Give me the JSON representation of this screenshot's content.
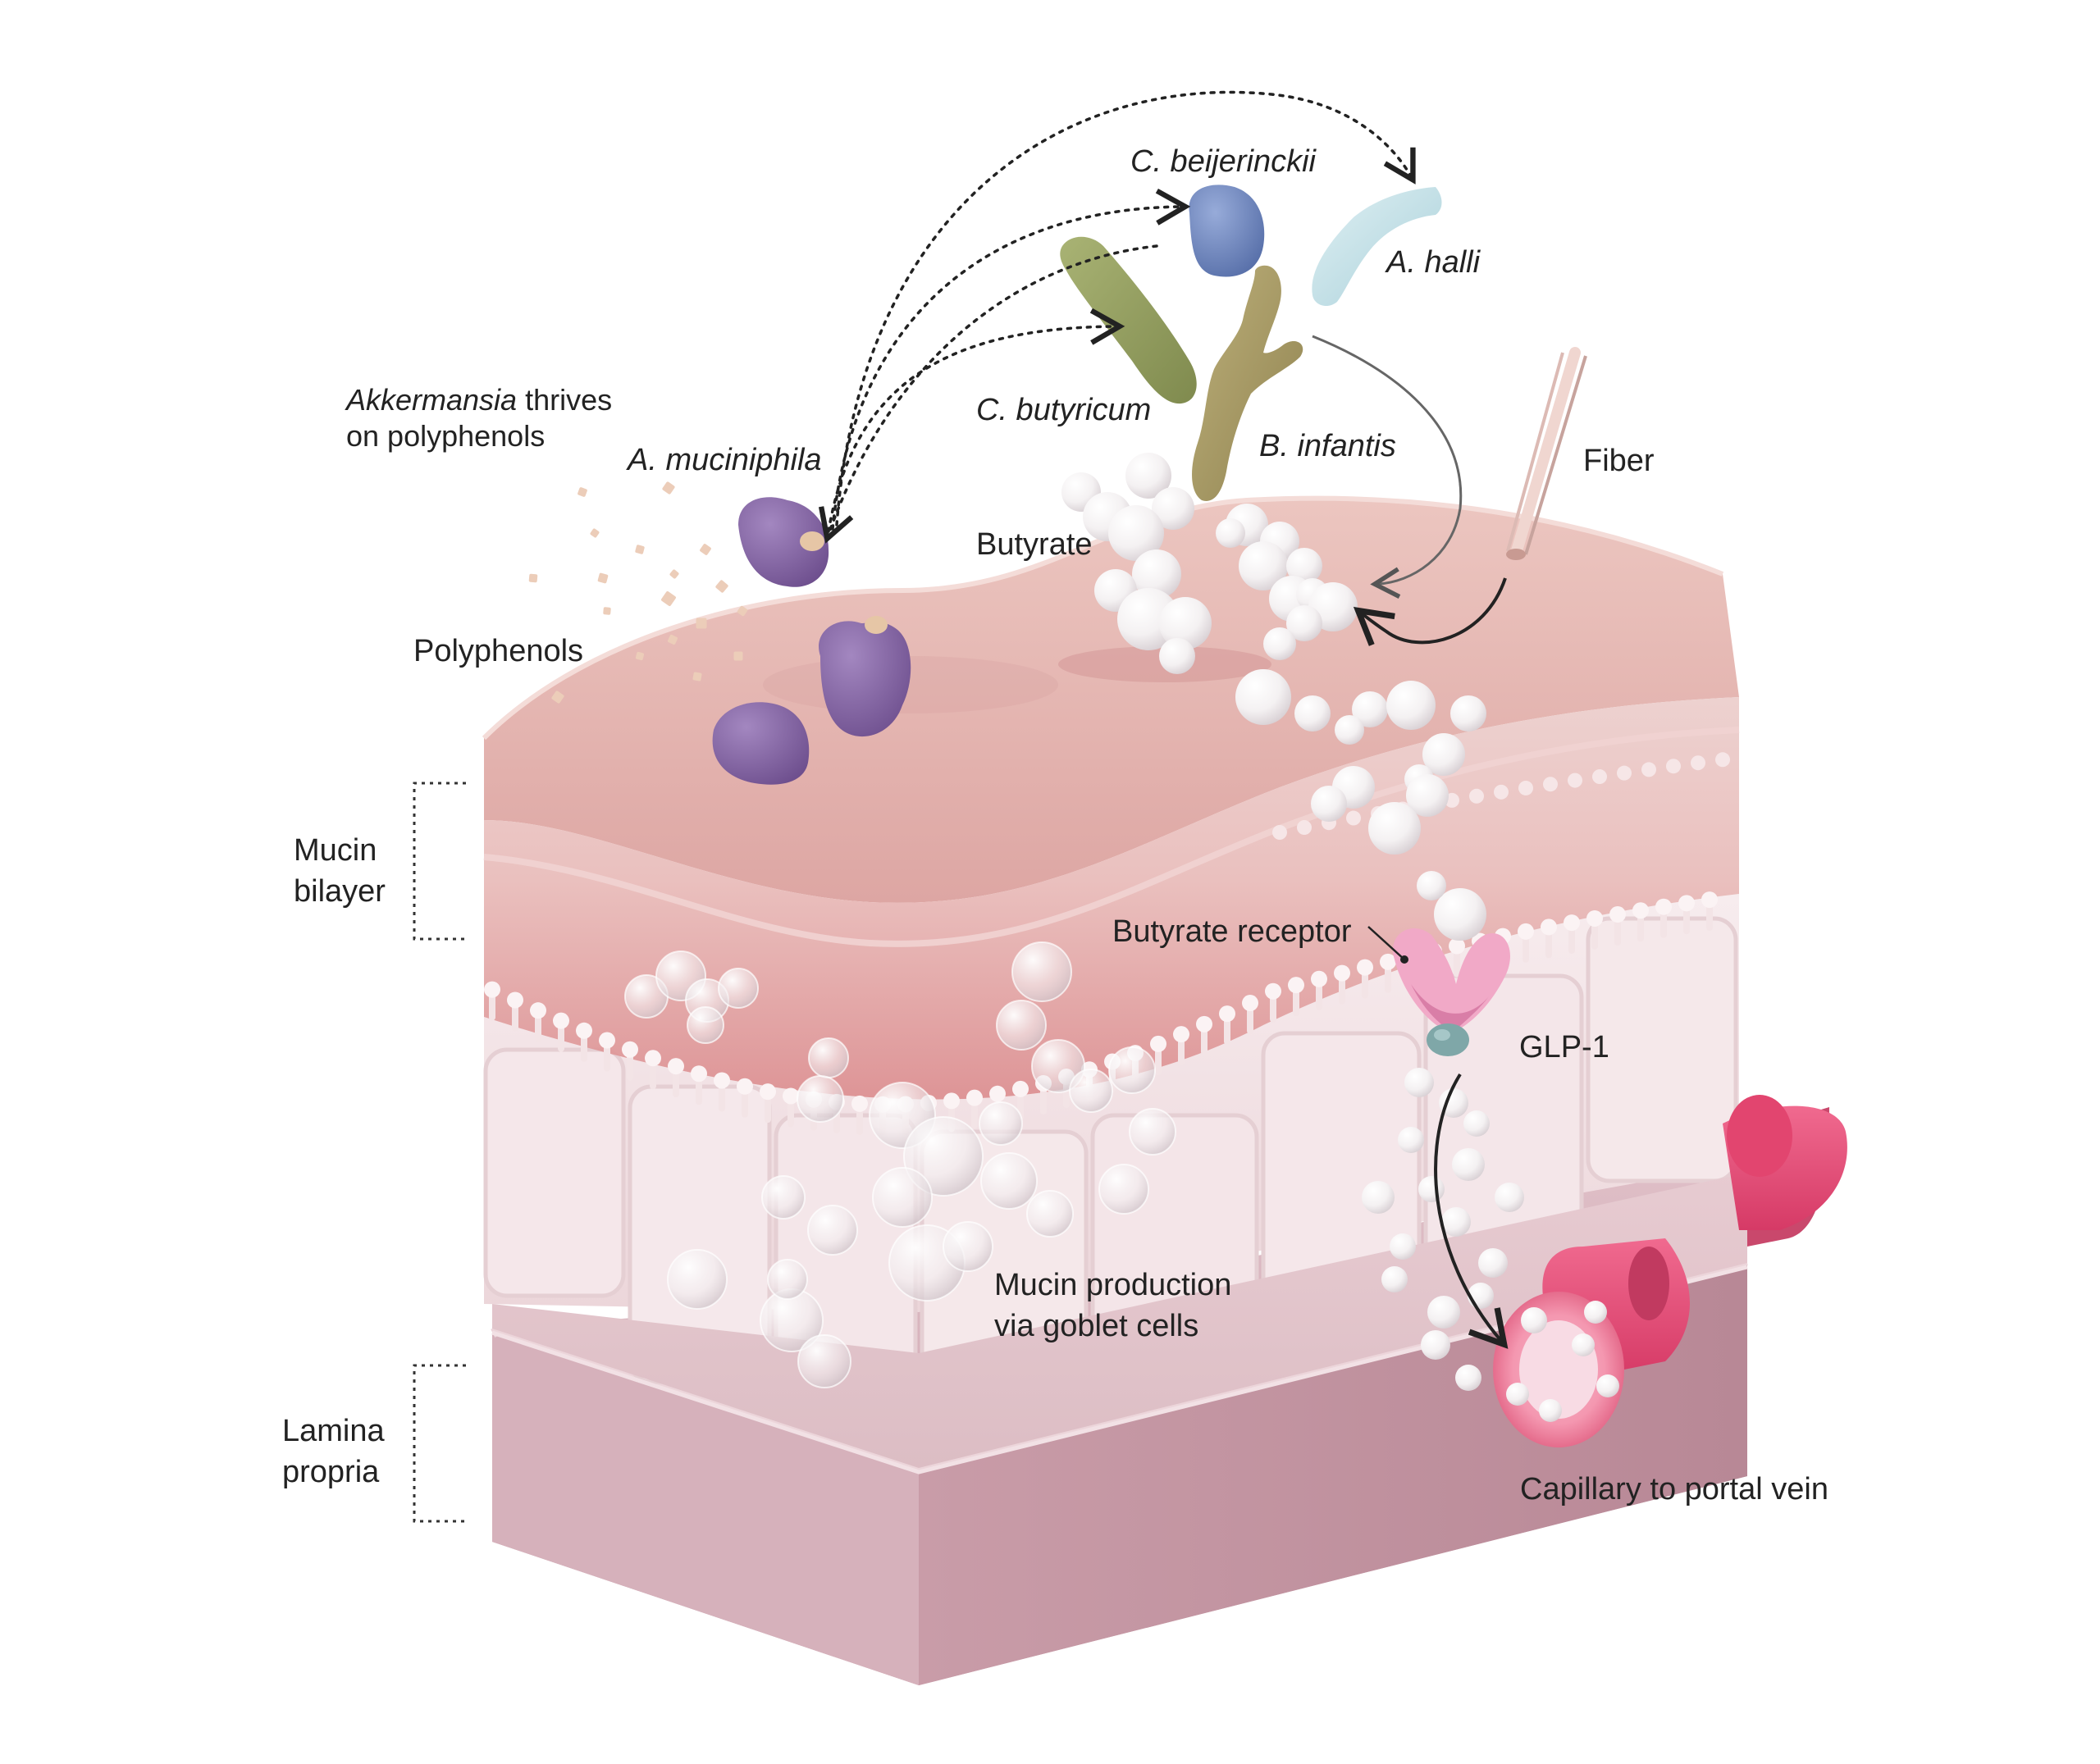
{
  "labels": {
    "akkermansia_note_italic": "Akkermansia",
    "akkermansia_note_rest": " thrives",
    "akkermansia_note_line2": "on polyphenols",
    "a_muciniphila": "A. muciniphila",
    "c_beijerinckii": "C. beijerinckii",
    "a_halli": "A. halli",
    "c_butyricum": "C. butyricum",
    "b_infantis": "B. infantis",
    "fiber": "Fiber",
    "butyrate": "Butyrate",
    "polyphenols": "Polyphenols",
    "mucin_bilayer_line1": "Mucin",
    "mucin_bilayer_line2": "bilayer",
    "butyrate_receptor": "Butyrate receptor",
    "glp1": "GLP-1",
    "mucin_production_line1": "Mucin production",
    "mucin_production_line2": "via goblet cells",
    "lamina_propria_line1": "Lamina",
    "lamina_propria_line2": "propria",
    "capillary": "Capillary to portal vein"
  },
  "colors": {
    "mucus_top": "#e7b8b4",
    "mucus_front": "#e9c3c2",
    "epithelium": "#f3e3e5",
    "lamina": "#d9b6bf",
    "capillary": "#e84d77",
    "a_muciniphila": "#8d6aa8",
    "c_beijerinckii": "#6f86c2",
    "a_halli": "#bfe0e8",
    "c_butyricum": "#9aa466",
    "b_infantis": "#a99b66",
    "glp1": "#7fa7a8",
    "receptor": "#f1a9c7"
  }
}
